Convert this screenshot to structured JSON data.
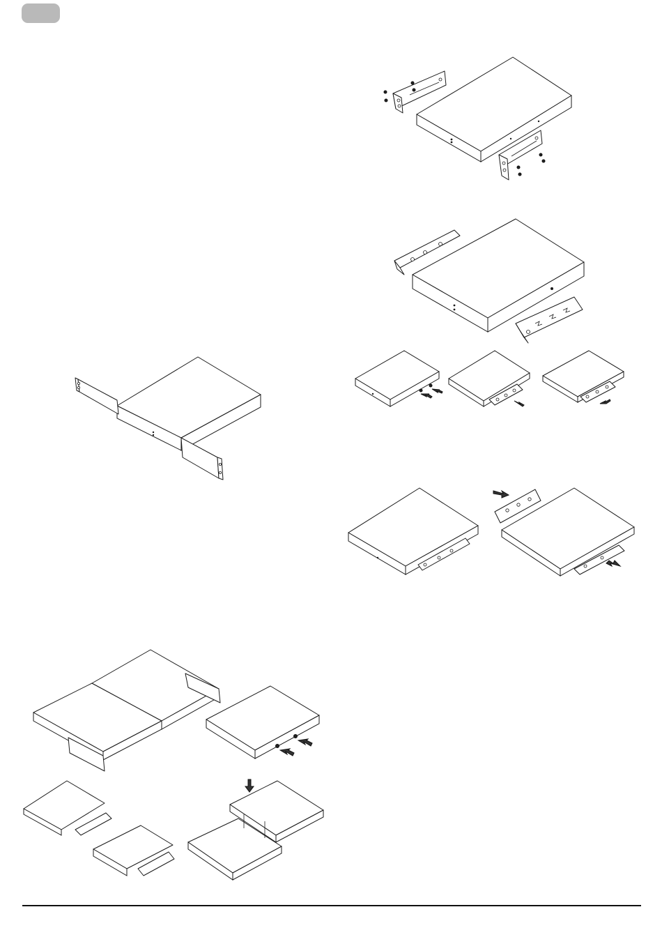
{
  "page": {
    "tab_color": "#b9b9b9",
    "rule_color": "#111111"
  },
  "figures": [
    {
      "id": "fig-ears-screwed",
      "icon": "device-with-rack-ears-and-screws"
    },
    {
      "id": "fig-ears-angled",
      "icon": "device-with-angled-brackets"
    },
    {
      "id": "fig-remove-screws",
      "icon": "device-remove-screws-arrow"
    },
    {
      "id": "fig-attach-bracket-a",
      "icon": "device-attach-bracket-arrow"
    },
    {
      "id": "fig-attach-bracket-b",
      "icon": "device-attach-bracket-arrow"
    },
    {
      "id": "fig-single-rackmount",
      "icon": "device-in-rack-brackets"
    },
    {
      "id": "fig-bracket-attached",
      "icon": "device-with-side-bracket"
    },
    {
      "id": "fig-bracket-slide-in",
      "icon": "device-bracket-slide-arrows"
    },
    {
      "id": "fig-dual-rackmount",
      "icon": "two-devices-joined-rack"
    },
    {
      "id": "fig-dual-remove-screws",
      "icon": "device-remove-screws-arrow"
    },
    {
      "id": "fig-dual-bracket-a",
      "icon": "device-attach-bracket-arrow"
    },
    {
      "id": "fig-dual-bracket-b",
      "icon": "device-attach-bracket-arrow"
    },
    {
      "id": "fig-stacked-join",
      "icon": "two-devices-stacked-join"
    }
  ]
}
